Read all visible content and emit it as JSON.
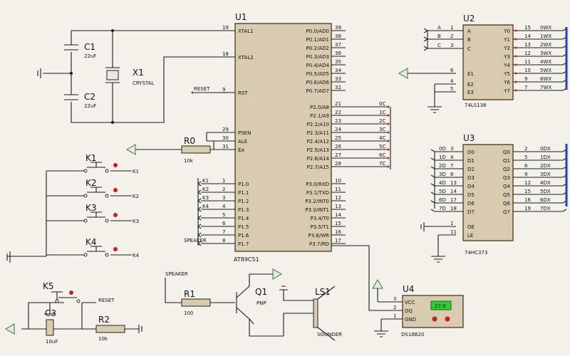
{
  "components": {
    "u1": {
      "ref": "U1",
      "part": "AT89C51",
      "left_pins": [
        {
          "name": "XTAL1",
          "num": "19"
        },
        {
          "name": "XTAL2",
          "num": "18"
        },
        {
          "name": "RST",
          "num": "9"
        },
        {
          "name": "PSEN",
          "num": "29"
        },
        {
          "name": "ALE",
          "num": "30"
        },
        {
          "name": "EA",
          "num": "31"
        },
        {
          "name": "P1.0",
          "num": "1"
        },
        {
          "name": "P1.1",
          "num": "2"
        },
        {
          "name": "P1.2",
          "num": "3"
        },
        {
          "name": "P1.3",
          "num": "4"
        },
        {
          "name": "P1.4",
          "num": "5"
        },
        {
          "name": "P1.5",
          "num": "6"
        },
        {
          "name": "P1.6",
          "num": "7"
        },
        {
          "name": "P1.7",
          "num": "8"
        }
      ],
      "right_pins": [
        {
          "name": "P0.0/AD0",
          "num": "39"
        },
        {
          "name": "P0.1/AD1",
          "num": "38"
        },
        {
          "name": "P0.2/AD2",
          "num": "37"
        },
        {
          "name": "P0.3/AD3",
          "num": "36"
        },
        {
          "name": "P0.4/AD4",
          "num": "35"
        },
        {
          "name": "P0.5/AD5",
          "num": "34"
        },
        {
          "name": "P0.6/AD6",
          "num": "33"
        },
        {
          "name": "P0.7/AD7",
          "num": "32"
        },
        {
          "name": "P2.0/A8",
          "num": "21"
        },
        {
          "name": "P2.1/A9",
          "num": "22"
        },
        {
          "name": "P2.2/A10",
          "num": "23"
        },
        {
          "name": "P2.3/A11",
          "num": "24"
        },
        {
          "name": "P2.4/A12",
          "num": "25"
        },
        {
          "name": "P2.5/A13",
          "num": "26"
        },
        {
          "name": "P2.6/A14",
          "num": "27"
        },
        {
          "name": "P2.7/A15",
          "num": "28"
        },
        {
          "name": "P3.0/RXD",
          "num": "10"
        },
        {
          "name": "P3.1/TXD",
          "num": "11"
        },
        {
          "name": "P3.2/INT0",
          "num": "12"
        },
        {
          "name": "P3.3/INT1",
          "num": "13"
        },
        {
          "name": "P3.4/T0",
          "num": "14"
        },
        {
          "name": "P3.5/T1",
          "num": "15"
        },
        {
          "name": "P3.6/WR",
          "num": "16"
        },
        {
          "name": "P3.7/RD",
          "num": "17"
        }
      ],
      "p2_nets": [
        "0C",
        "1C",
        "2C",
        "3C",
        "4C",
        "5C",
        "6C",
        "7C"
      ],
      "p1_nets": [
        "K1",
        "K2",
        "K3",
        "K4"
      ],
      "reset_net": "RESET",
      "speaker_net": "SPEAKER"
    },
    "u2": {
      "ref": "U2",
      "part": "74LS138",
      "inputs": [
        {
          "net": "A",
          "num": "1",
          "name": "A"
        },
        {
          "net": "B",
          "num": "2",
          "name": "B"
        },
        {
          "net": "C",
          "num": "3",
          "name": "C"
        }
      ],
      "enables": [
        {
          "num": "6",
          "name": "E1"
        },
        {
          "num": "4",
          "name": "E2"
        },
        {
          "num": "5",
          "name": "E3"
        }
      ],
      "outputs": [
        {
          "name": "Y0",
          "num": "15",
          "net": "0WX"
        },
        {
          "name": "Y1",
          "num": "14",
          "net": "1WX"
        },
        {
          "name": "Y2",
          "num": "13",
          "net": "2WX"
        },
        {
          "name": "Y3",
          "num": "12",
          "net": "3WX"
        },
        {
          "name": "Y4",
          "num": "11",
          "net": "4WX"
        },
        {
          "name": "Y5",
          "num": "10",
          "net": "5WX"
        },
        {
          "name": "Y6",
          "num": "9",
          "net": "6WX"
        },
        {
          "name": "Y7",
          "num": "7",
          "net": "7WX"
        }
      ]
    },
    "u3": {
      "ref": "U3",
      "part": "74HC373",
      "inputs": [
        {
          "net": "0D",
          "num": "3",
          "name": "D0"
        },
        {
          "net": "1D",
          "num": "4",
          "name": "D1"
        },
        {
          "net": "2D",
          "num": "7",
          "name": "D2"
        },
        {
          "net": "3D",
          "num": "8",
          "name": "D3"
        },
        {
          "net": "4D",
          "num": "13",
          "name": "D4"
        },
        {
          "net": "5D",
          "num": "14",
          "name": "D5"
        },
        {
          "net": "6D",
          "num": "17",
          "name": "D6"
        },
        {
          "net": "7D",
          "num": "18",
          "name": "D7"
        }
      ],
      "outputs": [
        {
          "name": "Q0",
          "num": "2",
          "net": "0DX"
        },
        {
          "name": "Q1",
          "num": "5",
          "net": "1DX"
        },
        {
          "name": "Q2",
          "num": "6",
          "net": "2DX"
        },
        {
          "name": "Q3",
          "num": "9",
          "net": "3DX"
        },
        {
          "name": "Q4",
          "num": "12",
          "net": "4DX"
        },
        {
          "name": "Q5",
          "num": "15",
          "net": "5DX"
        },
        {
          "name": "Q6",
          "num": "16",
          "net": "6DX"
        },
        {
          "name": "Q7",
          "num": "19",
          "net": "7DX"
        }
      ],
      "ctrl": [
        {
          "name": "OE",
          "num": "1"
        },
        {
          "name": "LE",
          "num": "11"
        }
      ]
    },
    "u4": {
      "ref": "U4",
      "part": "DS18B20",
      "display": "27.0",
      "pins": [
        {
          "name": "VCC",
          "num": "3"
        },
        {
          "name": "DQ",
          "num": "2"
        },
        {
          "name": "GND",
          "num": "1"
        }
      ]
    },
    "c1": {
      "ref": "C1",
      "value": "22uF"
    },
    "c2": {
      "ref": "C2",
      "value": "22uF"
    },
    "c3": {
      "ref": "C3",
      "value": "10uF"
    },
    "x1": {
      "ref": "X1",
      "value": "CRYSTAL"
    },
    "r0": {
      "ref": "R0",
      "value": "10k"
    },
    "r1": {
      "ref": "R1",
      "value": "100"
    },
    "r2": {
      "ref": "R2",
      "value": "10k"
    },
    "q1": {
      "ref": "Q1",
      "value": "PNP"
    },
    "ls1": {
      "ref": "LS1",
      "value": "SOUNDER"
    },
    "keys": [
      "K1",
      "K2",
      "K3",
      "K4"
    ],
    "k5": {
      "ref": "K5",
      "net": "RESET"
    },
    "speaker_net": "SPEAKER"
  },
  "colors": {
    "chip_fill": "#d9cbb0",
    "wire": "#1b1b1b",
    "power": "#2f8a3a",
    "bus": "#2b3fb0",
    "pin_dot": "#c62020",
    "lcd": "#2ecc2e"
  }
}
